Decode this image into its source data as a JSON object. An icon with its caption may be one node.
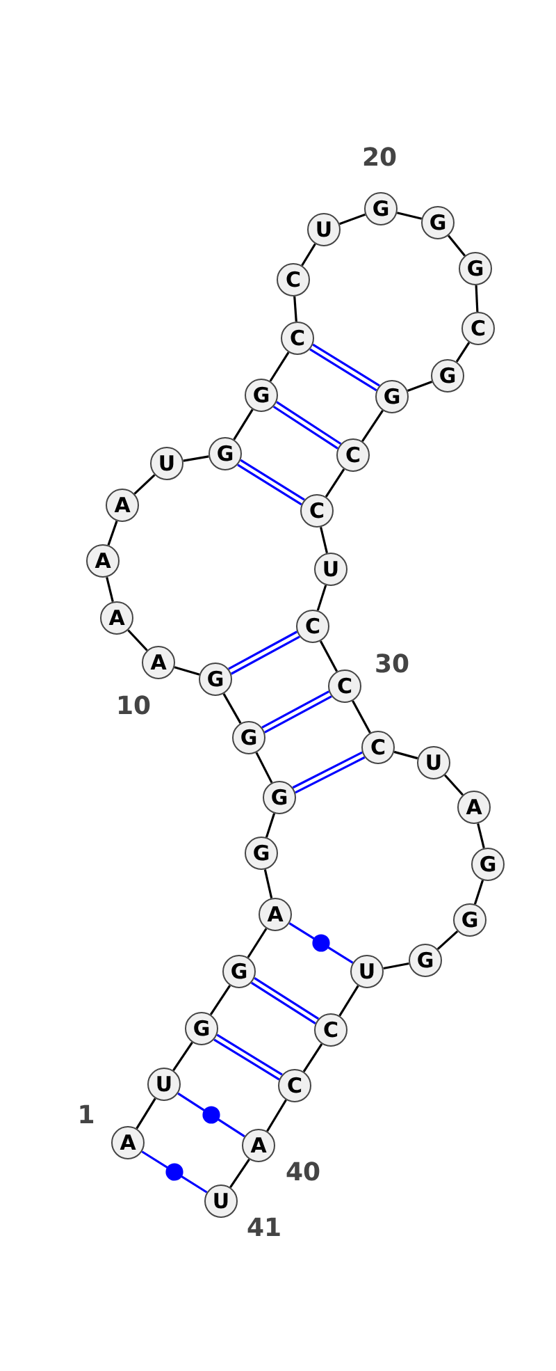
{
  "diagram": {
    "nodes": [
      {
        "text": [
          "A"
        ],
        "beside": [
          "1"
        ]
      },
      {
        "text": [
          "U"
        ]
      },
      {
        "text": [
          "G"
        ]
      },
      {
        "text": [
          "G"
        ]
      },
      {
        "text": [
          "A"
        ]
      },
      {
        "text": [
          "G"
        ]
      },
      {
        "text": [
          "G"
        ]
      },
      {
        "text": [
          "G"
        ]
      },
      {
        "text": [
          "G"
        ]
      },
      {
        "text": [
          "A"
        ],
        "beside": [
          "10"
        ]
      },
      {
        "text": [
          "A"
        ]
      },
      {
        "text": [
          "A"
        ]
      },
      {
        "text": [
          "A"
        ]
      },
      {
        "text": [
          "U"
        ]
      },
      {
        "text": [
          "G"
        ]
      },
      {
        "text": [
          "G"
        ]
      },
      {
        "text": [
          "C"
        ]
      },
      {
        "text": [
          "C"
        ]
      },
      {
        "text": [
          "U"
        ]
      },
      {
        "text": [
          "G"
        ],
        "beside": [
          "20"
        ]
      },
      {
        "text": [
          "G"
        ]
      },
      {
        "text": [
          "G"
        ]
      },
      {
        "text": [
          "C"
        ]
      },
      {
        "text": [
          "G"
        ]
      },
      {
        "text": [
          "G"
        ]
      },
      {
        "text": [
          "C"
        ]
      },
      {
        "text": [
          "C"
        ]
      },
      {
        "text": [
          "U"
        ]
      },
      {
        "text": [
          "C"
        ]
      },
      {
        "text": [
          "C"
        ],
        "beside": [
          "30"
        ]
      },
      {
        "text": [
          "C"
        ]
      },
      {
        "text": [
          "U"
        ]
      },
      {
        "text": [
          "A"
        ]
      },
      {
        "text": [
          "G"
        ]
      },
      {
        "text": [
          "G"
        ]
      },
      {
        "text": [
          "G"
        ]
      },
      {
        "text": [
          "U"
        ]
      },
      {
        "text": [
          "C"
        ]
      },
      {
        "text": [
          "C"
        ]
      },
      {
        "text": [
          "A"
        ],
        "beside": [
          "40"
        ]
      },
      {
        "text": [
          "U"
        ],
        "beside": [
          "41"
        ]
      }
    ],
    "edges": [
      {
        "from": 0,
        "to": 1,
        "arrow": "none"
      },
      {
        "from": 1,
        "to": 2,
        "arrow": "none"
      },
      {
        "from": 2,
        "to": 3,
        "arrow": "none"
      },
      {
        "from": 3,
        "to": 4,
        "arrow": "none"
      },
      {
        "from": 4,
        "to": 5,
        "arrow": "none"
      },
      {
        "from": 5,
        "to": 6,
        "arrow": "none"
      },
      {
        "from": 6,
        "to": 7,
        "arrow": "none"
      },
      {
        "from": 7,
        "to": 8,
        "arrow": "none"
      },
      {
        "from": 8,
        "to": 9,
        "arrow": "none"
      },
      {
        "from": 9,
        "to": 10,
        "arrow": "none"
      },
      {
        "from": 10,
        "to": 11,
        "arrow": "none"
      },
      {
        "from": 11,
        "to": 12,
        "arrow": "none"
      },
      {
        "from": 12,
        "to": 13,
        "arrow": "none"
      },
      {
        "from": 13,
        "to": 14,
        "arrow": "none"
      },
      {
        "from": 14,
        "to": 15,
        "arrow": "none"
      },
      {
        "from": 15,
        "to": 16,
        "arrow": "none"
      },
      {
        "from": 16,
        "to": 17,
        "arrow": "none"
      },
      {
        "from": 17,
        "to": 18,
        "arrow": "none"
      },
      {
        "from": 18,
        "to": 19,
        "arrow": "none"
      },
      {
        "from": 19,
        "to": 20,
        "arrow": "none"
      },
      {
        "from": 20,
        "to": 21,
        "arrow": "none"
      },
      {
        "from": 21,
        "to": 22,
        "arrow": "none"
      },
      {
        "from": 22,
        "to": 23,
        "arrow": "none"
      },
      {
        "from": 23,
        "to": 24,
        "arrow": "none"
      },
      {
        "from": 24,
        "to": 25,
        "arrow": "none"
      },
      {
        "from": 25,
        "to": 26,
        "arrow": "none"
      },
      {
        "from": 26,
        "to": 27,
        "arrow": "none"
      },
      {
        "from": 27,
        "to": 28,
        "arrow": "none"
      },
      {
        "from": 28,
        "to": 29,
        "arrow": "none"
      },
      {
        "from": 29,
        "to": 30,
        "arrow": "none"
      },
      {
        "from": 30,
        "to": 31,
        "arrow": "none"
      },
      {
        "from": 31,
        "to": 32,
        "arrow": "none"
      },
      {
        "from": 32,
        "to": 33,
        "arrow": "none"
      },
      {
        "from": 33,
        "to": 34,
        "arrow": "none"
      },
      {
        "from": 34,
        "to": 35,
        "arrow": "none"
      },
      {
        "from": 35,
        "to": 36,
        "arrow": "none"
      },
      {
        "from": 36,
        "to": 37,
        "arrow": "none"
      },
      {
        "from": 37,
        "to": 38,
        "arrow": "none"
      },
      {
        "from": 38,
        "to": 39,
        "arrow": "none"
      },
      {
        "from": 39,
        "to": 40,
        "arrow": "none"
      },
      {
        "from": 0,
        "to": 40,
        "arrow": "none",
        "color": "#0000ff"
      },
      {
        "from": 1,
        "to": 39,
        "arrow": "none",
        "color": "#0000ff"
      },
      {
        "from": 2,
        "to": 38,
        "arrow": "none",
        "color": "#0000ff"
      },
      {
        "from": 3,
        "to": 37,
        "arrow": "none",
        "color": "#0000ff"
      },
      {
        "from": 4,
        "to": 36,
        "arrow": "none",
        "color": "#0000ff"
      },
      {
        "from": 6,
        "to": 30,
        "arrow": "none",
        "color": "#0000ff"
      },
      {
        "from": 7,
        "to": 29,
        "arrow": "none",
        "color": "#0000ff"
      },
      {
        "from": 8,
        "to": 28,
        "arrow": "none",
        "color": "#0000ff"
      },
      {
        "from": 14,
        "to": 26,
        "arrow": "none",
        "color": "#0000ff"
      },
      {
        "from": 15,
        "to": 25,
        "arrow": "none",
        "color": "#0000ff"
      },
      {
        "from": 16,
        "to": 24,
        "arrow": "none",
        "color": "#0000ff"
      }
    ]
  }
}
